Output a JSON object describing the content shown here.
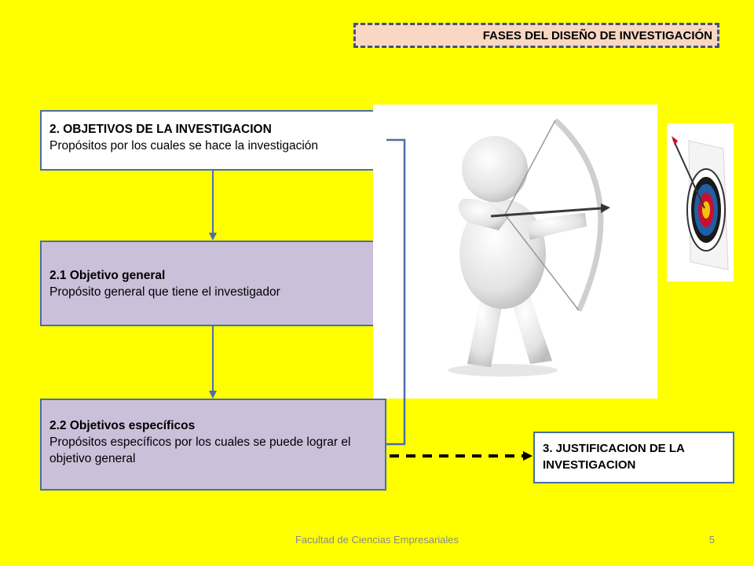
{
  "header": {
    "title": "FASES DEL DISEÑO DE INVESTIGACIÓN"
  },
  "boxes": {
    "main": {
      "title": "2. OBJETIVOS DE LA INVESTIGACION",
      "text": "Propósitos por los cuales se hace la investigación"
    },
    "general": {
      "title": "2.1 Objetivo general",
      "text": "Propósito general que tiene el investigador"
    },
    "especificos": {
      "title": "2.2 Objetivos específicos",
      "text": "Propósitos específicos por los cuales se puede lograr el objetivo general"
    },
    "justificacion": {
      "title": "3. JUSTIFICACION DE LA INVESTIGACION"
    }
  },
  "footer": {
    "text": "Facultad de Ciencias Empresariales",
    "page": "5"
  },
  "colors": {
    "background": "#FFFF00",
    "banner_fill": "#FAD7C2",
    "banner_border": "#44546A",
    "box_border": "#4A6FA5",
    "sub_box_fill": "#CBC0DA",
    "target_red": "#C8102E",
    "target_blue": "#1F5FA8",
    "target_yellow": "#F4C20D"
  }
}
